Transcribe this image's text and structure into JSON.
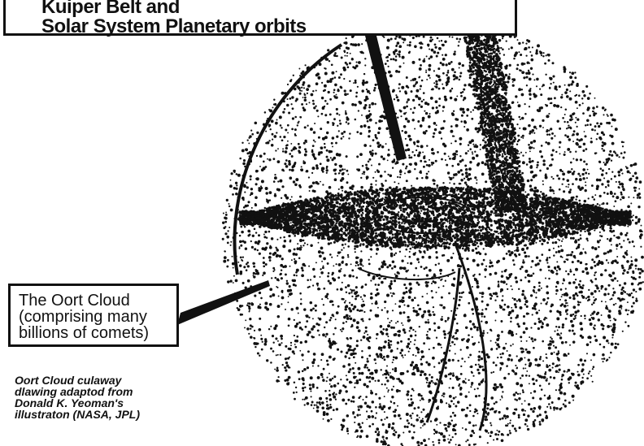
{
  "kuiper_label": {
    "line1": "Kuiper Belt and",
    "line2": "Solar System Planetary orbits"
  },
  "oort_label": {
    "line1": "The Oort Cloud",
    "line2": "(comprising many",
    "line3": "billions of comets)"
  },
  "caption": {
    "line1": "Oort Cloud culaway",
    "line2": "dlawing adaptod from",
    "line3": "Donald K. Yeoman's",
    "line4": "illustraton (NASA, JPL)"
  },
  "colors": {
    "ink": "#111111",
    "background": "#ffffff"
  }
}
